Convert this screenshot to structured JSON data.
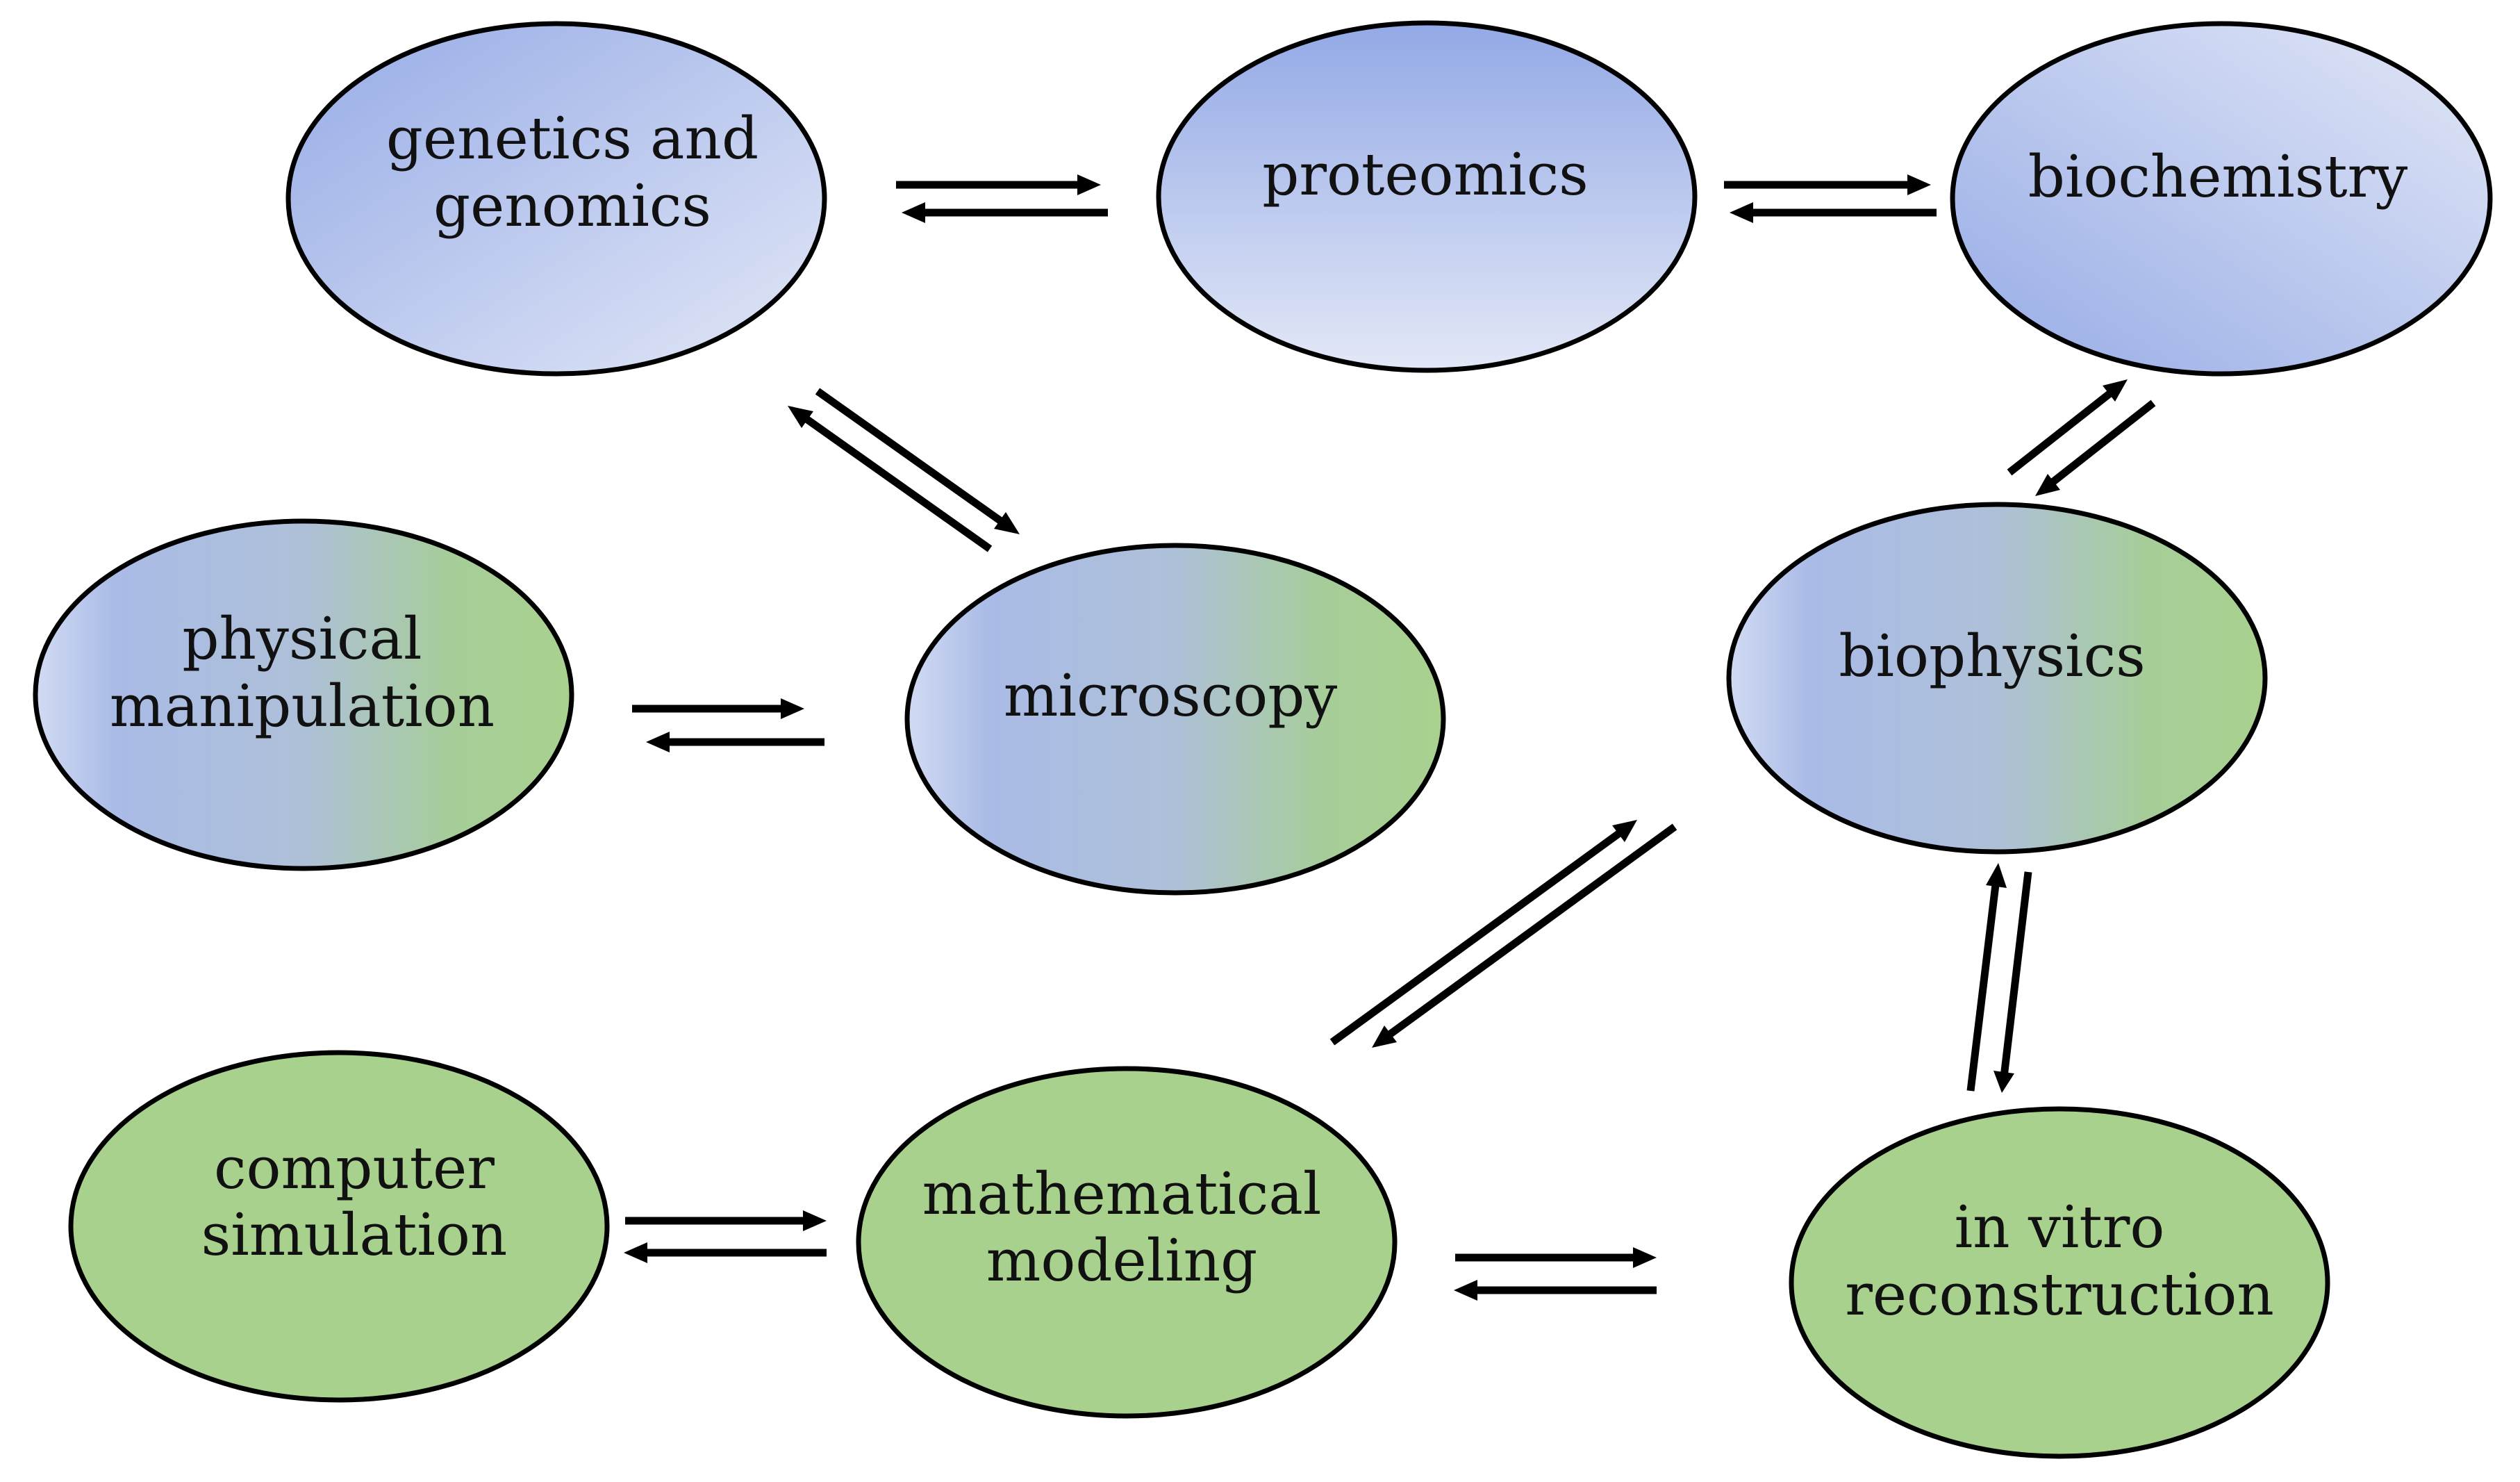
{
  "colors": {
    "blue": "#9db0e6",
    "blue_light": "#d8e0f5",
    "green": "#a9d18e",
    "stroke": "#000000",
    "text": "#111111"
  },
  "nodes": {
    "genetics": {
      "lines": [
        "genetics and",
        "genomics"
      ],
      "fill": "blue-diagonal"
    },
    "proteomics": {
      "lines": [
        "proteomics"
      ],
      "fill": "blue-vertical"
    },
    "biochemistry": {
      "lines": [
        "biochemistry"
      ],
      "fill": "blue-diagonal"
    },
    "physical": {
      "lines": [
        "physical",
        "manipulation"
      ],
      "fill": "blue-green"
    },
    "microscopy": {
      "lines": [
        "microscopy"
      ],
      "fill": "blue-green"
    },
    "biophysics": {
      "lines": [
        "biophysics"
      ],
      "fill": "blue-green"
    },
    "computer": {
      "lines": [
        "computer",
        "simulation"
      ],
      "fill": "green"
    },
    "mathematical": {
      "lines": [
        "mathematical",
        "modeling"
      ],
      "fill": "green"
    },
    "invitro": {
      "lines": [
        "in vitro",
        "reconstruction"
      ],
      "fill": "green"
    }
  },
  "edges": [
    {
      "from": "genetics",
      "to": "proteomics",
      "type": "bidirectional"
    },
    {
      "from": "proteomics",
      "to": "biochemistry",
      "type": "bidirectional"
    },
    {
      "from": "genetics",
      "to": "microscopy",
      "type": "bidirectional"
    },
    {
      "from": "biochemistry",
      "to": "biophysics",
      "type": "bidirectional"
    },
    {
      "from": "physical",
      "to": "microscopy",
      "type": "bidirectional"
    },
    {
      "from": "mathematical",
      "to": "biophysics",
      "type": "bidirectional"
    },
    {
      "from": "biophysics",
      "to": "invitro",
      "type": "bidirectional"
    },
    {
      "from": "computer",
      "to": "mathematical",
      "type": "bidirectional"
    },
    {
      "from": "mathematical",
      "to": "invitro",
      "type": "bidirectional"
    }
  ]
}
